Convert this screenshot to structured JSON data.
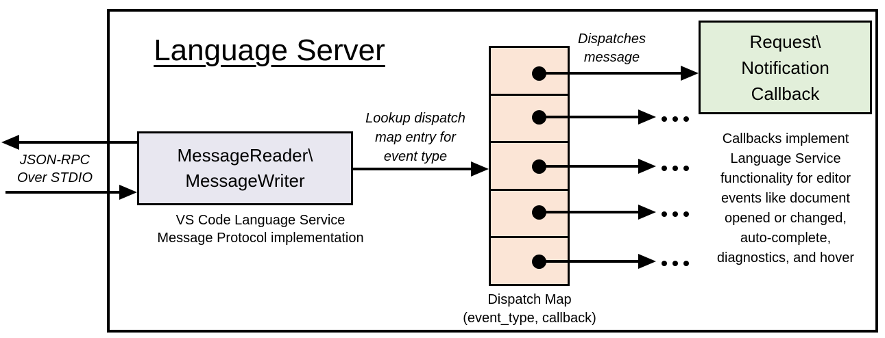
{
  "diagram": {
    "title": "Language Server",
    "io": {
      "lines": [
        "JSON-RPC",
        "Over STDIO"
      ]
    },
    "reader": {
      "lines": [
        "MessageReader\\",
        "MessageWriter"
      ],
      "caption": [
        "VS Code Language Service",
        "Message Protocol implementation"
      ],
      "fill": "#e8e7f0"
    },
    "lookup": {
      "lines": [
        "Lookup dispatch",
        "map entry for",
        "event type"
      ]
    },
    "dispatch_map": {
      "cells": 5,
      "caption": [
        "Dispatch Map",
        "(event_type, callback)"
      ],
      "fill": "#fbe5d6"
    },
    "dispatches": {
      "lines": [
        "Dispatches",
        "message"
      ]
    },
    "callback": {
      "lines": [
        "Request\\",
        "Notification",
        "Callback"
      ],
      "fill": "#e2efda"
    },
    "callbacks_note": [
      "Callbacks implement",
      "Language Service",
      "functionality for editor",
      "events like document",
      "opened or changed,",
      "auto-complete,",
      "diagnostics, and hover"
    ],
    "ellipsis": "...",
    "colors": {
      "line": "#000000",
      "background": "#ffffff"
    }
  }
}
